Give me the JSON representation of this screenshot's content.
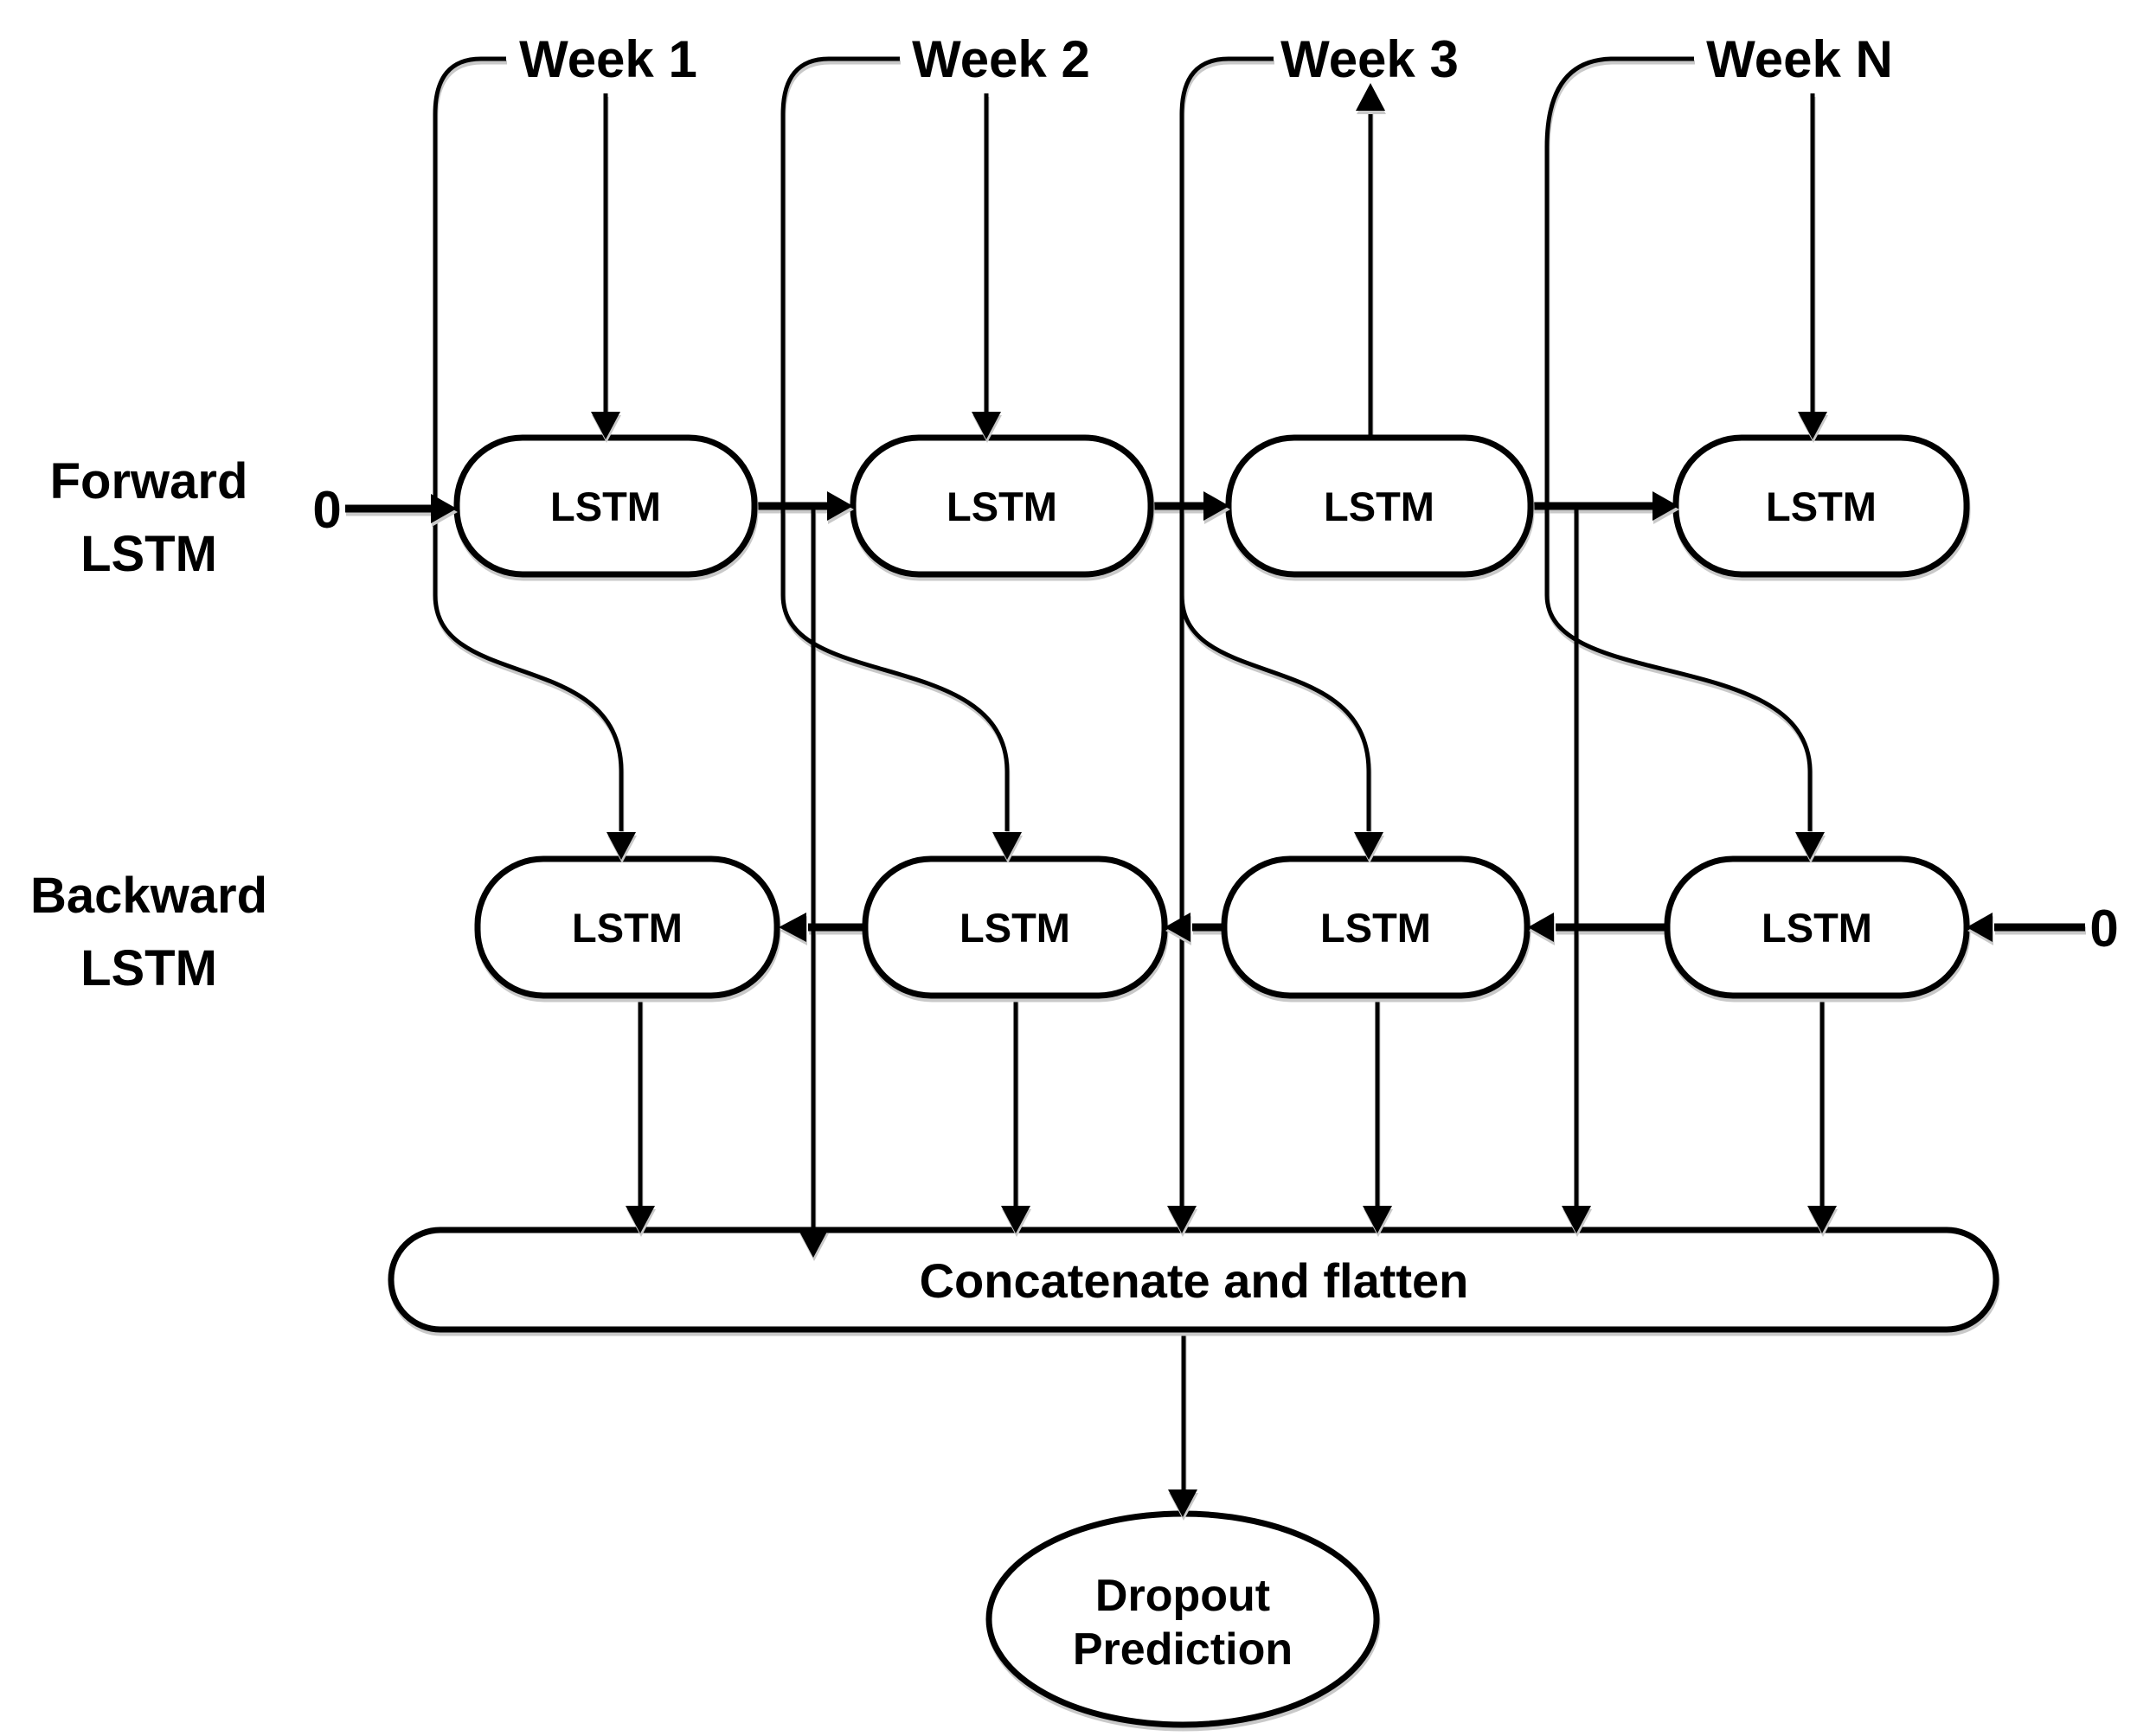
{
  "colors": {
    "ink": "#000000",
    "background": "#ffffff",
    "shadow": "#c9c9c9"
  },
  "inputs": [
    {
      "label": "Week 1"
    },
    {
      "label": "Week 2"
    },
    {
      "label": "Week 3"
    },
    {
      "label": "Week N"
    }
  ],
  "forward_row": {
    "label_line1": "Forward",
    "label_line2": "LSTM",
    "initial_state": "0",
    "cells": [
      {
        "label": "LSTM"
      },
      {
        "label": "LSTM"
      },
      {
        "label": "LSTM"
      },
      {
        "label": "LSTM"
      }
    ]
  },
  "backward_row": {
    "label_line1": "Backward",
    "label_line2": "LSTM",
    "initial_state": "0",
    "cells": [
      {
        "label": "LSTM"
      },
      {
        "label": "LSTM"
      },
      {
        "label": "LSTM"
      },
      {
        "label": "LSTM"
      }
    ]
  },
  "concatenate": {
    "label": "Concatenate and flatten"
  },
  "output_node": {
    "label_line1": "Dropout",
    "label_line2": "Prediction"
  }
}
